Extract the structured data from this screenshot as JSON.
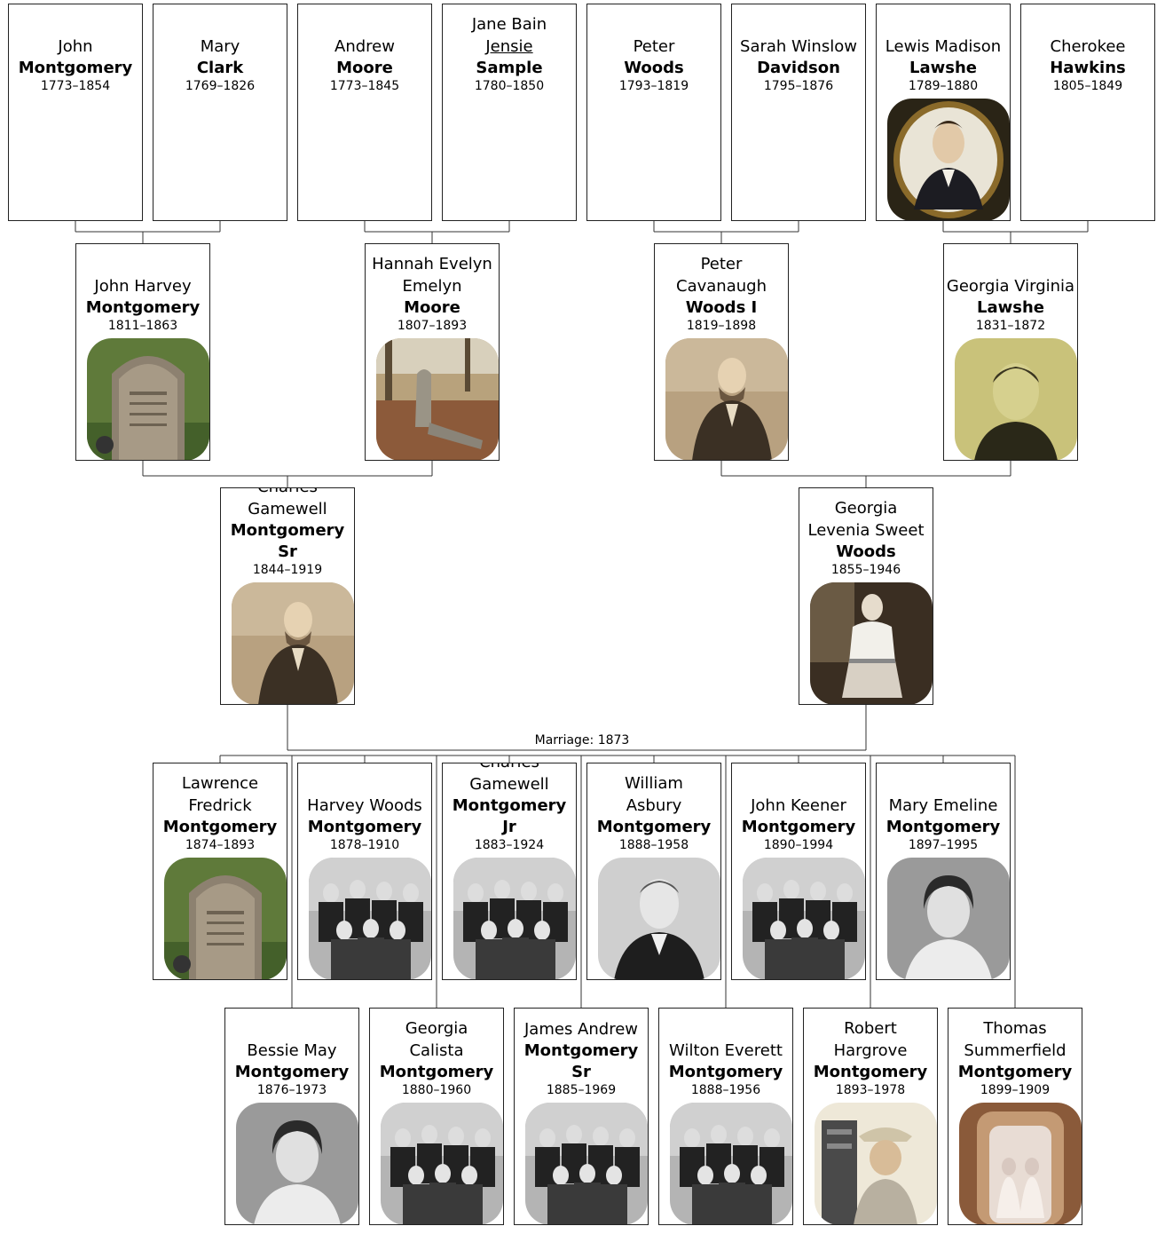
{
  "marriage_label": "Marriage: 1873",
  "people": {
    "john_m": {
      "given": "John",
      "surname": "Montgomery",
      "dates": "1773–1854"
    },
    "mary_c": {
      "given": "Mary",
      "surname": "Clark",
      "dates": "1769–1826"
    },
    "andrew_m": {
      "given": "Andrew",
      "surname": "Moore",
      "dates": "1773–1845"
    },
    "jane_s": {
      "given": "Jane Bain",
      "given_underlined": "Jensie",
      "surname": "Sample",
      "dates": "1780–1850"
    },
    "peter_w": {
      "given": "Peter",
      "surname": "Woods",
      "dates": "1793–1819"
    },
    "sarah_d": {
      "given": "Sarah Winslow",
      "surname": "Davidson",
      "dates": "1795–1876"
    },
    "lewis_l": {
      "given": "Lewis Madison",
      "surname": "Lawshe",
      "dates": "1789–1880",
      "photo": "portrait-painting"
    },
    "cherokee_h": {
      "given": "Cherokee",
      "surname": "Hawkins",
      "dates": "1805–1849"
    },
    "john_harvey": {
      "given": "John Harvey",
      "surname": "Montgomery",
      "dates": "1811–1863",
      "photo": "gravestone"
    },
    "hannah": {
      "given": "Hannah Evelyn\nEmelyn",
      "surname": "Moore",
      "dates": "1807–1893",
      "photo": "gravestone-field"
    },
    "peter_c": {
      "given": "Peter\nCavanaugh",
      "surname": "Woods I",
      "dates": "1819–1898",
      "photo": "sepia-portrait"
    },
    "georgia_v": {
      "given": "Georgia Virginia",
      "surname": "Lawshe",
      "dates": "1831–1872",
      "photo": "yellow-portrait"
    },
    "charles_sr": {
      "given": "Charles\nGamewell",
      "surname": "Montgomery\nSr",
      "dates": "1844–1919",
      "photo": "sepia-portrait"
    },
    "georgia_w": {
      "given": "Georgia\nLevenia Sweet",
      "surname": "Woods",
      "dates": "1855–1946",
      "photo": "standing-woman"
    },
    "lawrence": {
      "given": "Lawrence\nFredrick",
      "surname": "Montgomery",
      "dates": "1874–1893",
      "photo": "gravestone"
    },
    "harvey": {
      "given": "Harvey Woods",
      "surname": "Montgomery",
      "dates": "1878–1910",
      "photo": "group-photo"
    },
    "charles_jr": {
      "given": "Charles\nGamewell",
      "surname": "Montgomery\nJr",
      "dates": "1883–1924",
      "photo": "group-photo"
    },
    "william": {
      "given": "William\nAsbury",
      "surname": "Montgomery",
      "dates": "1888–1958",
      "photo": "bw-portrait"
    },
    "john_k": {
      "given": "John Keener",
      "surname": "Montgomery",
      "dates": "1890–1994",
      "photo": "group-photo"
    },
    "mary_e": {
      "given": "Mary Emeline",
      "surname": "Montgomery",
      "dates": "1897–1995",
      "photo": "bw-woman"
    },
    "bessie": {
      "given": "Bessie May",
      "surname": "Montgomery",
      "dates": "1876–1973",
      "photo": "bw-woman"
    },
    "georgia_c": {
      "given": "Georgia\nCalista",
      "surname": "Montgomery",
      "dates": "1880–1960",
      "photo": "group-photo"
    },
    "james": {
      "given": "James Andrew",
      "surname": "Montgomery\nSr",
      "dates": "1885–1969",
      "photo": "group-photo"
    },
    "wilton": {
      "given": "Wilton Everett",
      "surname": "Montgomery",
      "dates": "1888–1956",
      "photo": "group-photo"
    },
    "robert": {
      "given": "Robert\nHargrove",
      "surname": "Montgomery",
      "dates": "1893–1978",
      "photo": "hat-man"
    },
    "thomas": {
      "given": "Thomas\nSummerfield",
      "surname": "Montgomery",
      "dates": "1899–1909",
      "photo": "framed-cabinet-card"
    }
  }
}
